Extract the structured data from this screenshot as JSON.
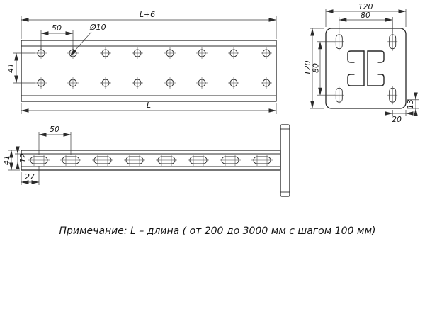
{
  "colors": {
    "ink": "#262626",
    "background": "#ffffff"
  },
  "views": {
    "front": {
      "dims": {
        "overall_top": "L+6",
        "hole_pitch": "50",
        "hole_diameter": "Ø10",
        "row_spacing": "41",
        "overall_bottom": "L"
      }
    },
    "end": {
      "dims": {
        "width": "120",
        "slot_pitch_horizontal": "80",
        "height": "120",
        "slot_pitch_vertical": "80",
        "bottom_offset": "13",
        "corner_offset": "20"
      }
    },
    "side": {
      "dims": {
        "slot_pitch": "50",
        "height": "41",
        "slot_band": "12",
        "first_slot_offset": "27"
      }
    }
  },
  "note": "Примечание: L – длина ( от 200 до 3000 мм с шагом 100 мм)"
}
